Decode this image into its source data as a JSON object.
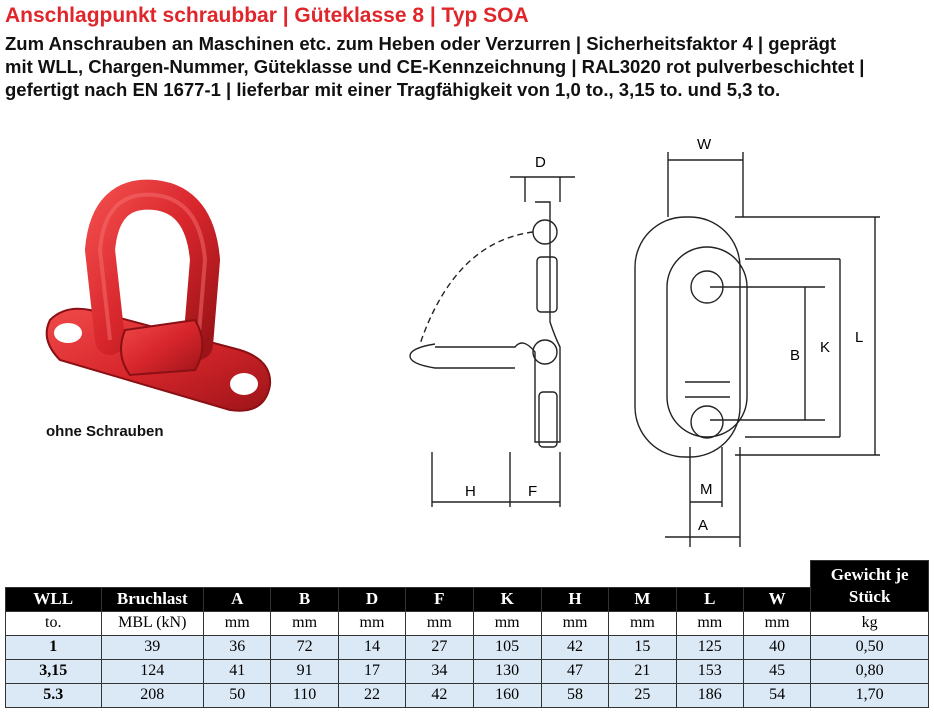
{
  "header": {
    "title": "Anschlagpunkt schraubbar | Güteklasse 8 | Typ SOA",
    "description_lines": [
      "Zum Anschrauben an Maschinen etc. zum Heben oder Verzurren | Sicherheitsfaktor 4 | geprägt",
      "mit WLL, Chargen-Nummer, Güteklasse und CE-Kennzeichnung | RAL3020 rot pulverbeschichtet |",
      "gefertigt nach EN 1677-1 | lieferbar mit einer Tragfähigkeit von 1,0 to., 3,15 to. und 5,3 to."
    ]
  },
  "photo": {
    "caption": "ohne Schrauben",
    "color": "#d7262c"
  },
  "drawing": {
    "labels": {
      "D": "D",
      "W": "W",
      "H": "H",
      "F": "F",
      "M": "M",
      "A": "A",
      "B": "B",
      "K": "K",
      "L": "L"
    }
  },
  "table": {
    "extra_header": "Gewicht je Stück",
    "headers": [
      "WLL",
      "Bruchlast",
      "A",
      "B",
      "D",
      "F",
      "K",
      "H",
      "M",
      "L",
      "W"
    ],
    "units": [
      "to.",
      "MBL (kN)",
      "mm",
      "mm",
      "mm",
      "mm",
      "mm",
      "mm",
      "mm",
      "mm",
      "mm",
      "kg"
    ],
    "rows": [
      [
        "1",
        "39",
        "36",
        "72",
        "14",
        "27",
        "105",
        "42",
        "15",
        "125",
        "40",
        "0,50"
      ],
      [
        "3,15",
        "124",
        "41",
        "91",
        "17",
        "34",
        "130",
        "47",
        "21",
        "153",
        "45",
        "0,80"
      ],
      [
        "5.3",
        "208",
        "50",
        "110",
        "22",
        "42",
        "160",
        "58",
        "25",
        "186",
        "54",
        "1,70"
      ]
    ]
  },
  "colors": {
    "title": "#e0262b",
    "row_fill": "#dbe9f6",
    "header_fill": "#000000"
  }
}
